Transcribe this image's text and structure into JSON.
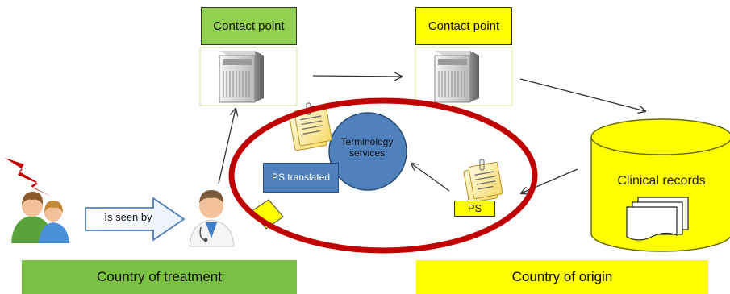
{
  "diagram": {
    "contact_point_treatment": "Contact point",
    "contact_point_origin": "Contact point",
    "is_seen_by": "Is seen by",
    "terminology_services": "Terminology services",
    "ps_translated": "PS translated",
    "ps": "PS",
    "clinical_records": "Clinical records",
    "country_of_treatment": "Country of treatment",
    "country_of_origin": "Country of origin"
  },
  "colors": {
    "treatment_green": "#92d050",
    "origin_yellow": "#ffff00",
    "highlight_ring": "#c00000",
    "terminology_blue": "#4f81bd"
  }
}
